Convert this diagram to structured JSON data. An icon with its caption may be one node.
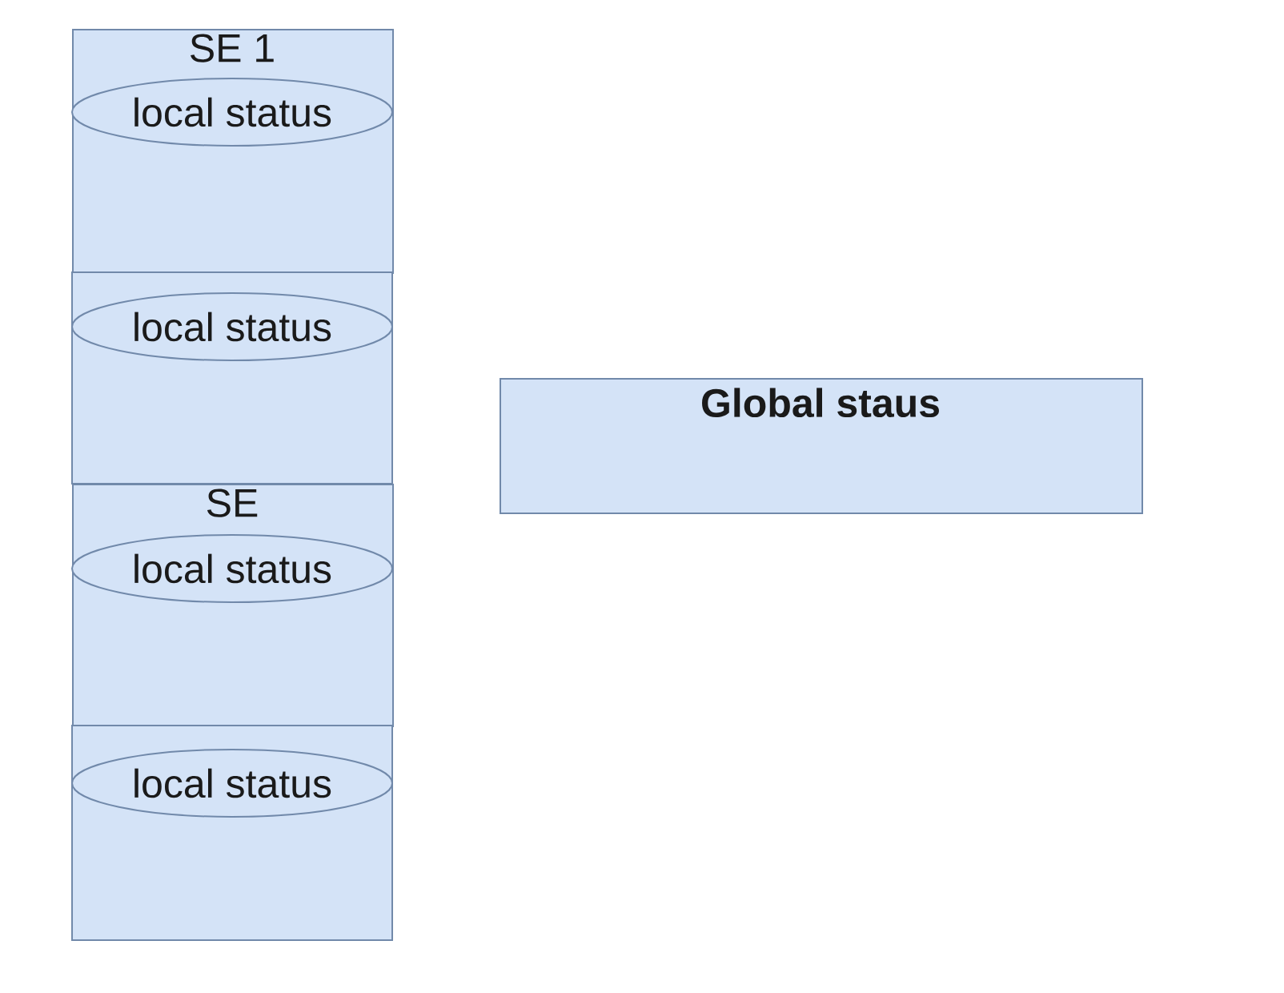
{
  "diagram": {
    "nodes": [
      {
        "text": [
          "SE 1"
        ]
      },
      {
        "text": [
          "local status"
        ],
        "in": 0
      },
      {
        "text": [],
        "shape": "box"
      },
      {
        "text": [
          "local status"
        ],
        "in": 2
      },
      {
        "text": [
          "SE"
        ]
      },
      {
        "text": [
          "local status"
        ],
        "in": 4
      },
      {
        "text": [],
        "shape": "box"
      },
      {
        "text": [
          "local status"
        ],
        "in": 6
      },
      {
        "text": [
          "Global staus"
        ]
      }
    ]
  }
}
